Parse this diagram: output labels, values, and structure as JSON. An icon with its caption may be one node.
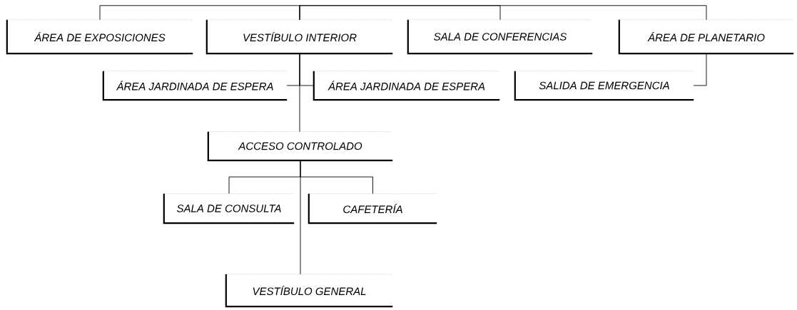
{
  "diagram": {
    "nodes": [
      {
        "text": [
          "ÁREA DE EXPOSICIONES"
        ]
      },
      {
        "text": [
          "VESTÍBULO INTERIOR"
        ]
      },
      {
        "text": [
          "SALA DE CONFERENCIAS"
        ]
      },
      {
        "text": [
          "ÁREA DE PLANETARIO"
        ]
      },
      {
        "text": [
          "ÁREA JARDINADA DE ESPERA"
        ]
      },
      {
        "text": [
          "ÁREA JARDINADA DE ESPERA"
        ]
      },
      {
        "text": [
          "SALIDA DE EMERGENCIA"
        ]
      },
      {
        "text": [
          "ACCESO CONTROLADO"
        ]
      },
      {
        "text": [
          "SALA DE CONSULTA"
        ]
      },
      {
        "text": [
          "CAFETERÍA"
        ]
      },
      {
        "text": [
          "VESTÍBULO GENERAL"
        ]
      }
    ],
    "edges": [
      {
        "from": 1,
        "to": 0,
        "arrow": "none"
      },
      {
        "from": 1,
        "to": 2,
        "arrow": "none"
      },
      {
        "from": 1,
        "to": 3,
        "arrow": "none"
      },
      {
        "from": 1,
        "to": 4,
        "arrow": "none"
      },
      {
        "from": 1,
        "to": 5,
        "arrow": "none"
      },
      {
        "from": 3,
        "to": 6,
        "arrow": "none"
      },
      {
        "from": 1,
        "to": 7,
        "arrow": "none"
      },
      {
        "from": 7,
        "to": 8,
        "arrow": "none"
      },
      {
        "from": 7,
        "to": 9,
        "arrow": "none"
      },
      {
        "from": 7,
        "to": 10,
        "arrow": "none"
      }
    ]
  }
}
